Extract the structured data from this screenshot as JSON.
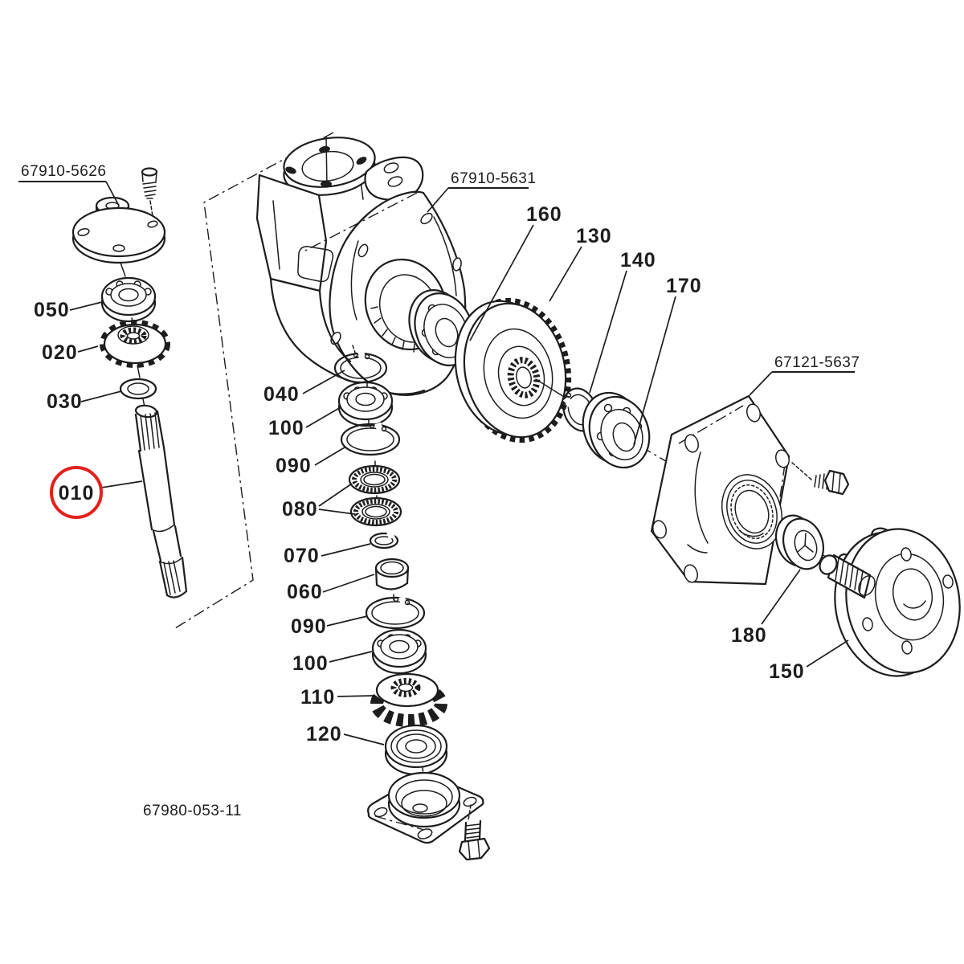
{
  "diagram": {
    "drawing_number": "67980-053-11",
    "part_numbers": {
      "pn_top_left": "67910-5626",
      "pn_center": "67910-5631",
      "pn_right": "67121-5637"
    },
    "callouts": {
      "n010": "010",
      "n020": "020",
      "n030": "030",
      "n040": "040",
      "n050": "050",
      "n060": "060",
      "n070": "070",
      "n080": "080",
      "n090_upper": "090",
      "n090_lower": "090",
      "n100_upper": "100",
      "n100_lower": "100",
      "n110": "110",
      "n120": "120",
      "n130": "130",
      "n140": "140",
      "n150": "150",
      "n160": "160",
      "n170": "170",
      "n180": "180"
    },
    "selected_callout": "010",
    "colors": {
      "line": "#1d1d1d",
      "highlight": "#e2211c",
      "background": "#ffffff"
    }
  }
}
